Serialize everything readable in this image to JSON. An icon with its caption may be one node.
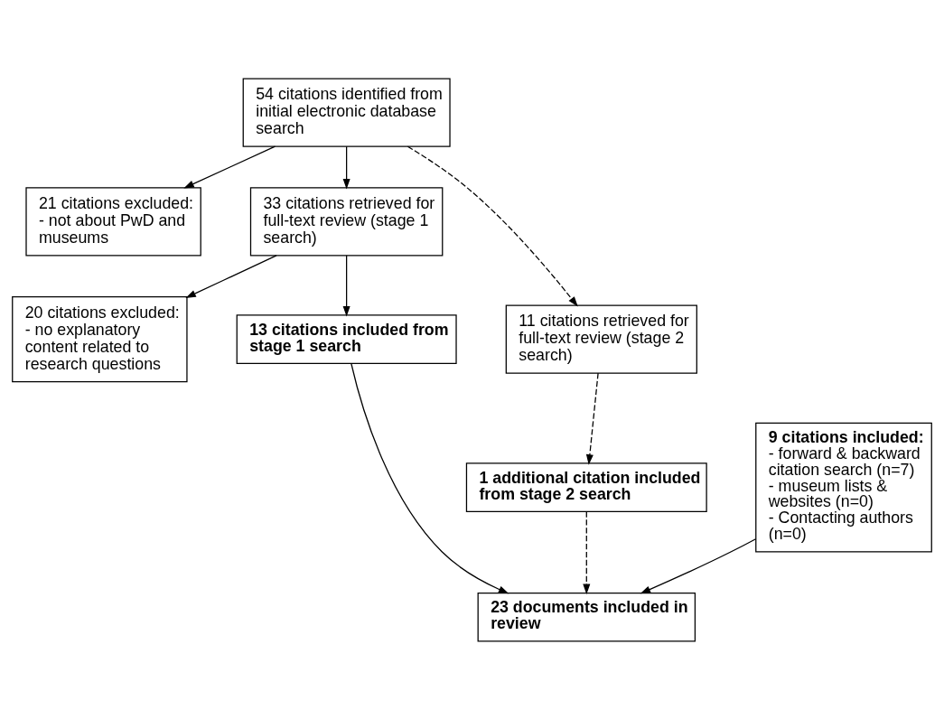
{
  "diagram": {
    "nodes": [
      {
        "text": [
          "54 citations identified from initial electronic database search"
        ]
      },
      {
        "text": [
          "21 citations excluded:",
          "- not about PwD and museums"
        ]
      },
      {
        "text": [
          "33 citations retrieved for full-text review (stage 1 search)"
        ]
      },
      {
        "text": [
          "20 citations excluded:",
          "- no explanatory content related to research questions"
        ]
      },
      {
        "text": [
          "11 citations retrieved for full-text review (stage 2 search)"
        ]
      },
      {
        "text": [
          "13 citations included from stage 1 search"
        ]
      },
      {
        "text": [
          "1 additional citation included from stage 2 search"
        ]
      },
      {
        "text": [
          "9 citations included:",
          "- forward & backward citation search (n=7)",
          "- museum lists & websites (n=0)",
          "- Contacting authors (n=0)"
        ]
      },
      {
        "text": [
          "23 documents included in review"
        ]
      }
    ],
    "edges": [
      {
        "from": 0,
        "to": 2,
        "arrow": "to"
      },
      {
        "from": 0,
        "to": 1,
        "arrow": "to"
      },
      {
        "from": 0,
        "to": 4,
        "arrow": "to",
        "style": "dashed"
      },
      {
        "from": 2,
        "to": 5,
        "arrow": "to"
      },
      {
        "from": 2,
        "to": 3,
        "arrow": "to"
      },
      {
        "from": 4,
        "to": 6,
        "arrow": "to",
        "style": "dashed"
      },
      {
        "from": 6,
        "to": 8,
        "arrow": "to",
        "style": "dashed"
      },
      {
        "from": 5,
        "to": 8,
        "arrow": "to"
      },
      {
        "from": 7,
        "to": 8,
        "arrow": "to"
      }
    ]
  }
}
